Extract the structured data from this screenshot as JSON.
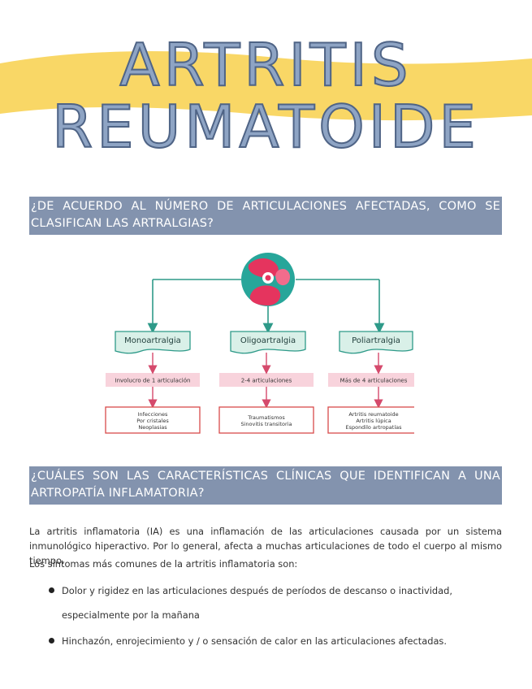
{
  "title": {
    "line1": "ARTRITIS",
    "line2": "REUMATOIDE"
  },
  "colors": {
    "band": "#f9d766",
    "title_fill": "#8ea4c4",
    "question_bar": "#8393ae",
    "arrow": "#2e9a89",
    "box_fill": "#d9f0e8",
    "pink_fill": "#f8d3dc",
    "pink_arrow": "#d54a6c",
    "red_border": "#d94a4a"
  },
  "questions": {
    "q1": "¿DE ACUERDO AL NÚMERO DE ARTICULACIONES AFECTADAS, COMO SE CLASIFICAN LAS ARTRALGIAS?",
    "q2": "¿CUÁLES SON LAS CARACTERÍSTICAS CLÍNICAS QUE IDENTIFICAN A UNA ARTROPATÍA INFLAMATORIA?"
  },
  "diagram": {
    "icon": "joint-icon",
    "columns": [
      {
        "label": "Monoartralgia",
        "involvement": "Involucro de 1 articulación",
        "causes": [
          "Infecciones",
          "Por cristales",
          "Neoplasias"
        ]
      },
      {
        "label": "Oligoartralgia",
        "involvement": "2-4 articulaciones",
        "causes": [
          "Traumatismos",
          "Sinovitis transitoria"
        ]
      },
      {
        "label": "Poliartralgia",
        "involvement": "Más de 4 articulaciones",
        "causes": [
          "Artritis reumatoide",
          "Artritis lúpica",
          "Espondilo artropatías"
        ]
      }
    ]
  },
  "body": {
    "paragraph1": "La artritis inflamatoria (IA) es una inflamación de las articulaciones causada por un sistema inmunológico hiperactivo. Por lo general, afecta a muchas articulaciones de todo el cuerpo al mismo tiempo.",
    "paragraph2": "Los síntomas más comunes de la artritis inflamatoria son:",
    "symptoms": [
      "Dolor y rigidez en las articulaciones después de períodos de descanso o inactividad, especialmente por la mañana",
      "Hinchazón, enrojecimiento y / o sensación de calor en las articulaciones afectadas."
    ]
  }
}
